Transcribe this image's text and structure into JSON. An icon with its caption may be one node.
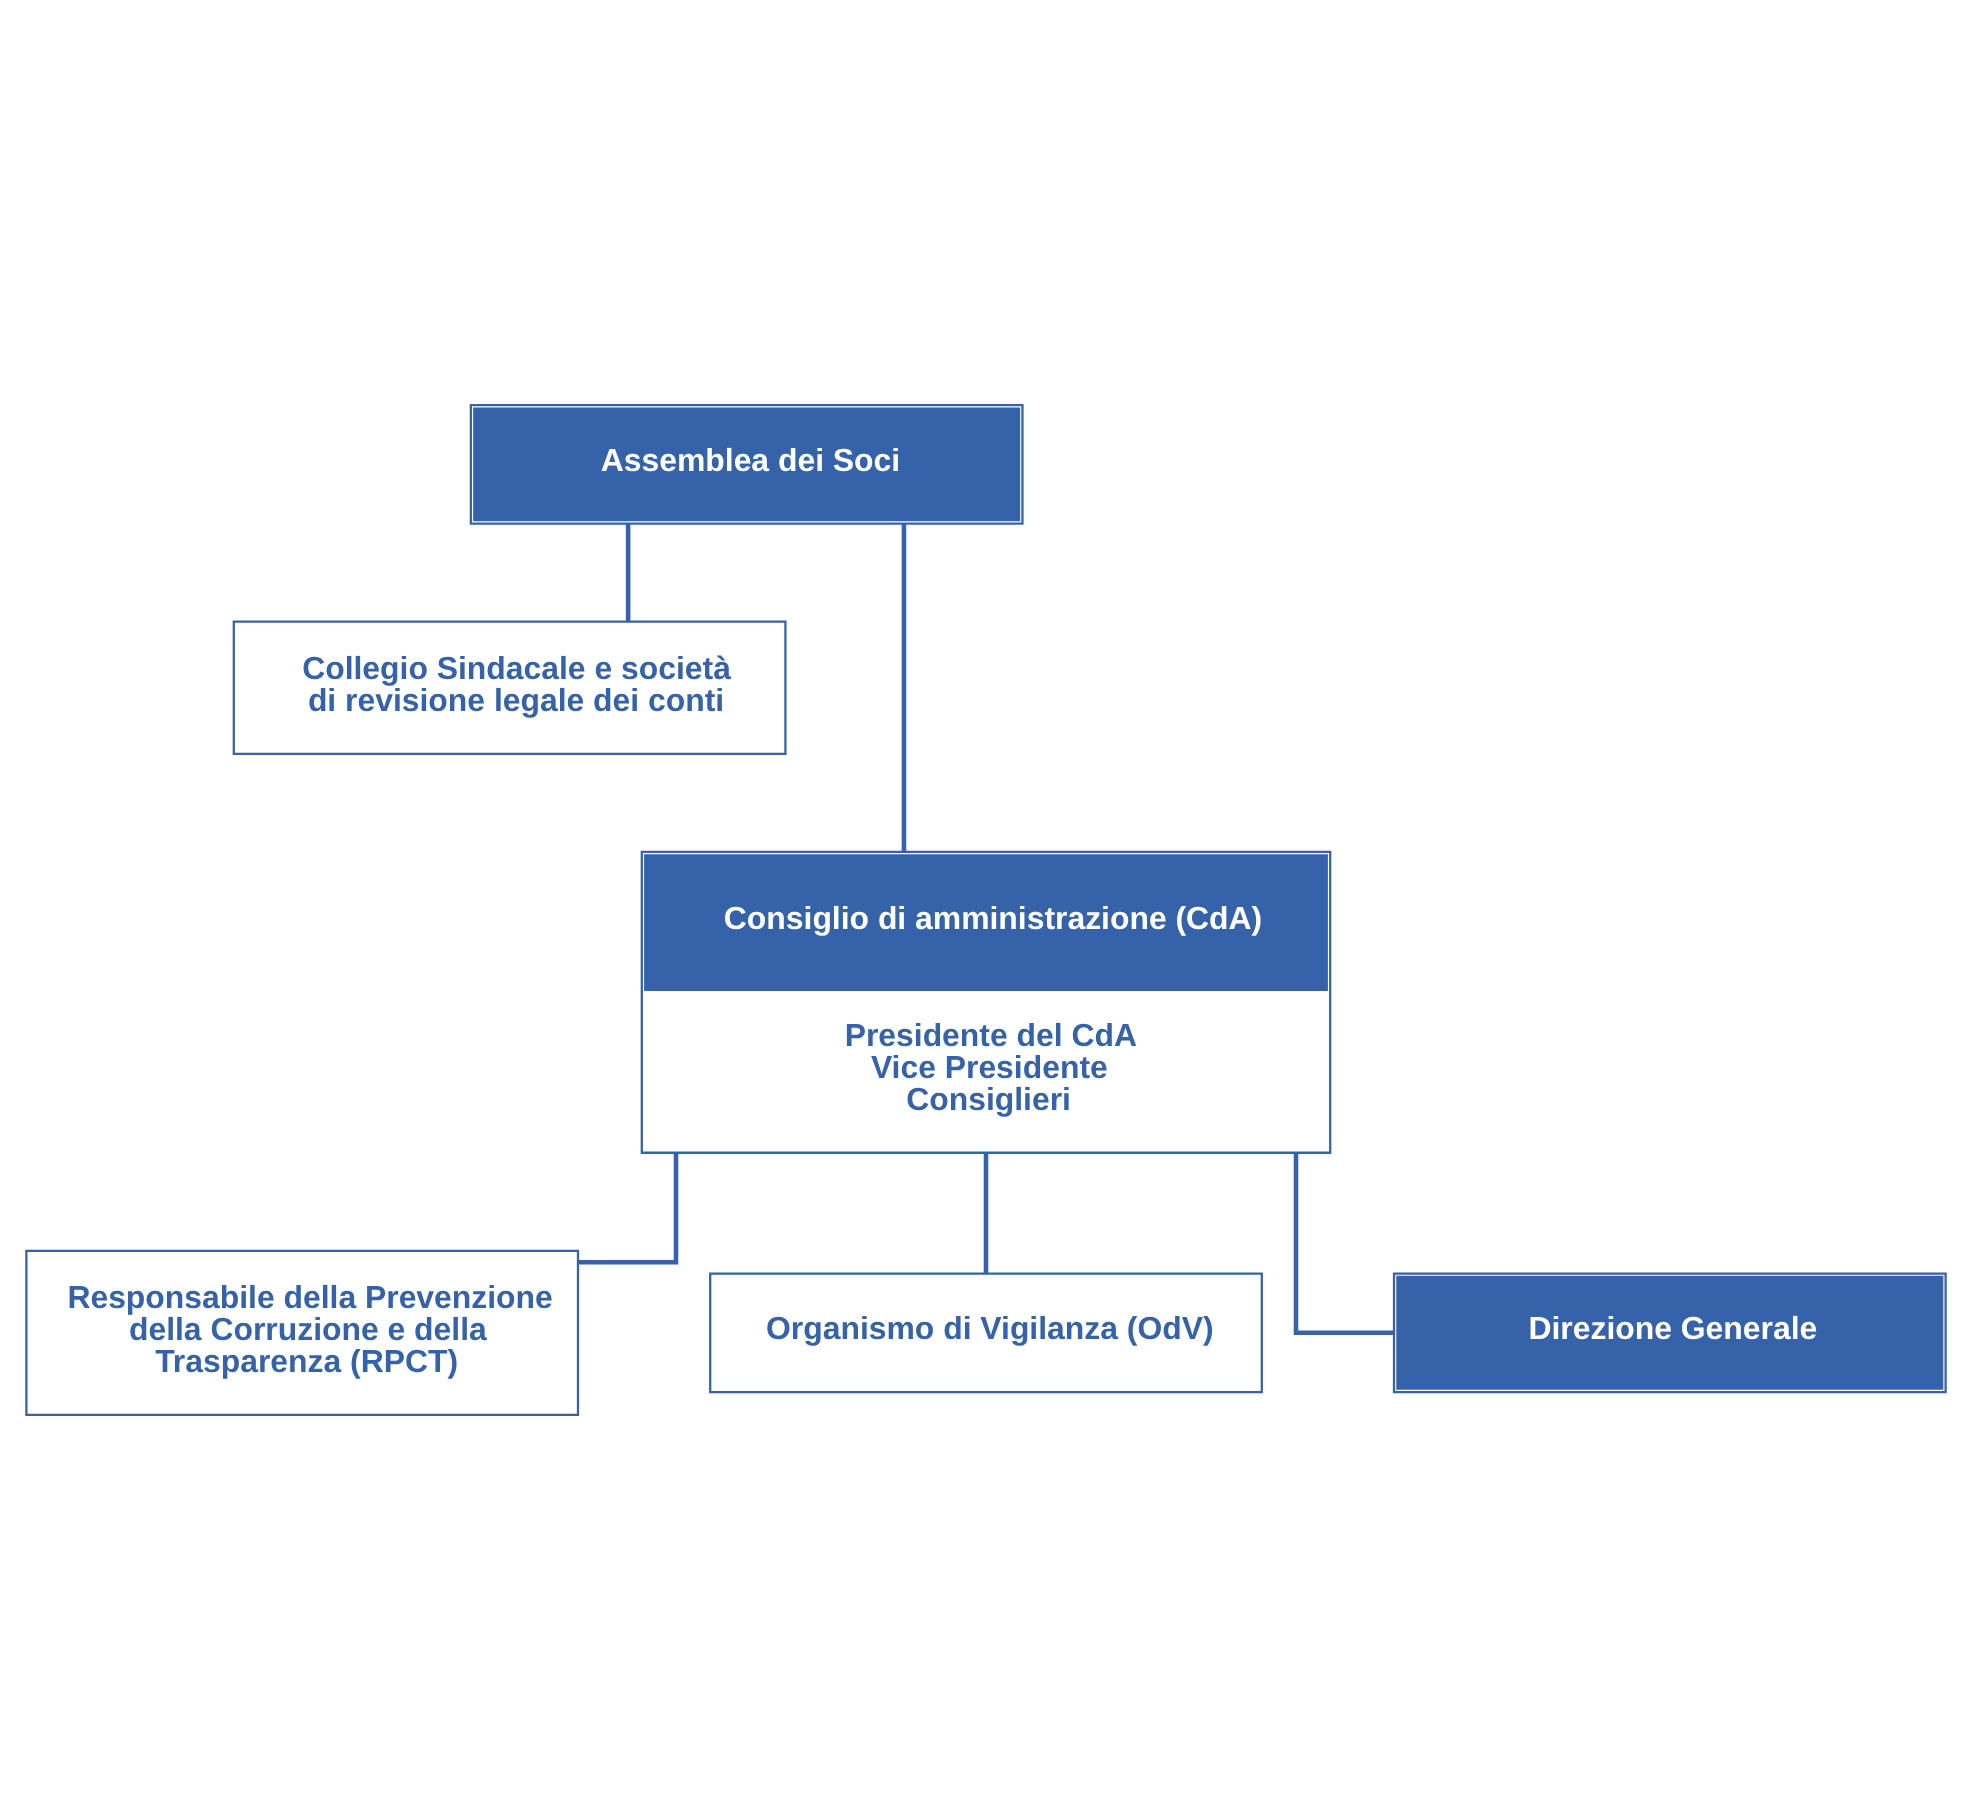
{
  "diagram": {
    "nodes": [
      {
        "text": [
          "Assemblea dei Soci"
        ]
      },
      {
        "text": [
          "Collegio Sindacale e società di revisione legale dei conti"
        ]
      },
      {
        "text": [
          "Consiglio di amministrazione (CdA)",
          "Presidente del CdA",
          "Vice Presidente",
          "Consiglieri"
        ]
      },
      {
        "text": [
          "Responsabile della Prevenzione della Corruzione e della Trasparenza (RPCT)"
        ]
      },
      {
        "text": [
          "Organismo di Vigilanza (OdV)"
        ]
      },
      {
        "text": [
          "Direzione Generale"
        ]
      }
    ],
    "edges": [
      {
        "from": 0,
        "to": 2,
        "arrow": "none"
      },
      {
        "from": 0,
        "to": 1,
        "arrow": "none"
      },
      {
        "from": 2,
        "to": 3,
        "arrow": "none"
      },
      {
        "from": 2,
        "to": 5,
        "arrow": "none"
      },
      {
        "from": 2,
        "to": 4,
        "arrow": "none"
      }
    ]
  }
}
